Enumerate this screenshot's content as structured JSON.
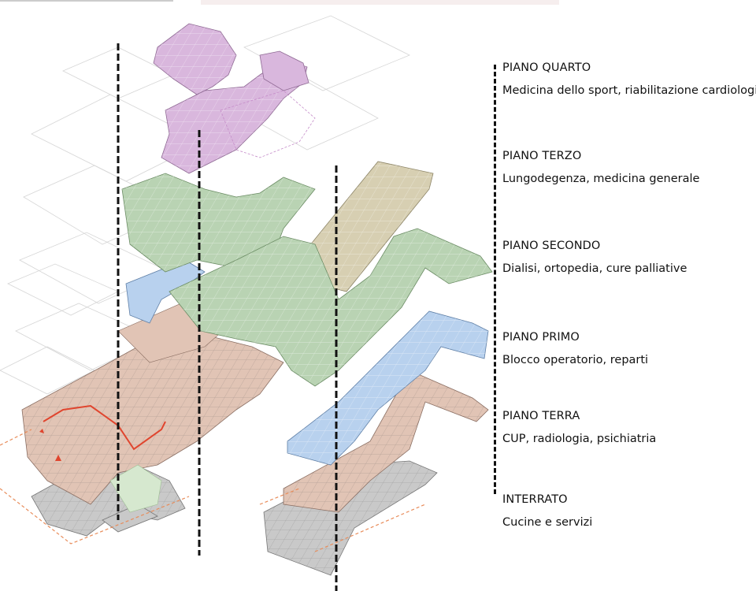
{
  "floors": [
    {
      "id": "quarto",
      "title": "PIANO QUARTO",
      "description": "Medicina dello sport, riabilitazione cardiologica",
      "color": "#d9b7dd"
    },
    {
      "id": "terzo",
      "title": "PIANO TERZO",
      "description": "Lungodegenza, medicina generale",
      "color": "#b9d3b3"
    },
    {
      "id": "secondo",
      "title": "PIANO SECONDO",
      "description": "Dialisi, ortopedia, cure palliative",
      "color": "#d7cfb2"
    },
    {
      "id": "primo",
      "title": "PIANO PRIMO",
      "description": "Blocco operatorio, reparti",
      "color": "#b8d1ee"
    },
    {
      "id": "terra",
      "title": "PIANO TERRA",
      "description": "CUP, radiologia, psichiatria",
      "color": "#e1c4b5"
    },
    {
      "id": "interrato",
      "title": "INTERRATO",
      "description": "Cucine e servizi",
      "color": "#c9c9c9"
    }
  ],
  "colors": {
    "accent_red": "#e0452e",
    "axis_line": "#111111",
    "outline": "#8a8a8a"
  }
}
